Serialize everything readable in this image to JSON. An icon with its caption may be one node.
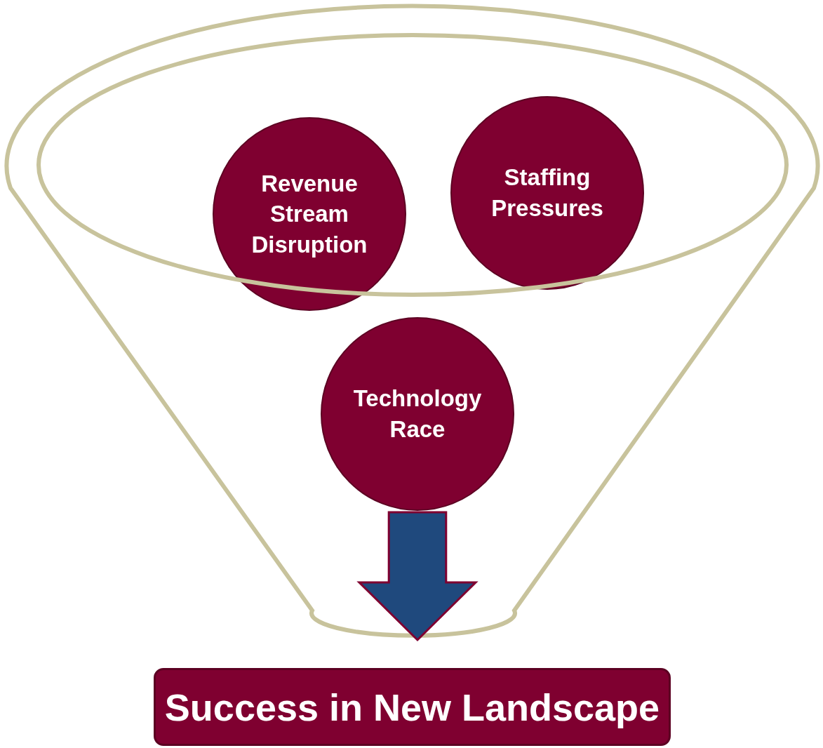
{
  "diagram": {
    "nodes": [
      {
        "text": [
          "Revenue Stream Disruption"
        ]
      },
      {
        "text": [
          "Staffing Pressures"
        ]
      },
      {
        "text": [
          "Technology Race"
        ]
      },
      {
        "text": [
          "Success in New Landscape"
        ]
      }
    ],
    "edges": [
      {
        "from": 2,
        "to": 3,
        "arrow": "to",
        "style": "thick",
        "color": "#1f497d"
      }
    ]
  }
}
